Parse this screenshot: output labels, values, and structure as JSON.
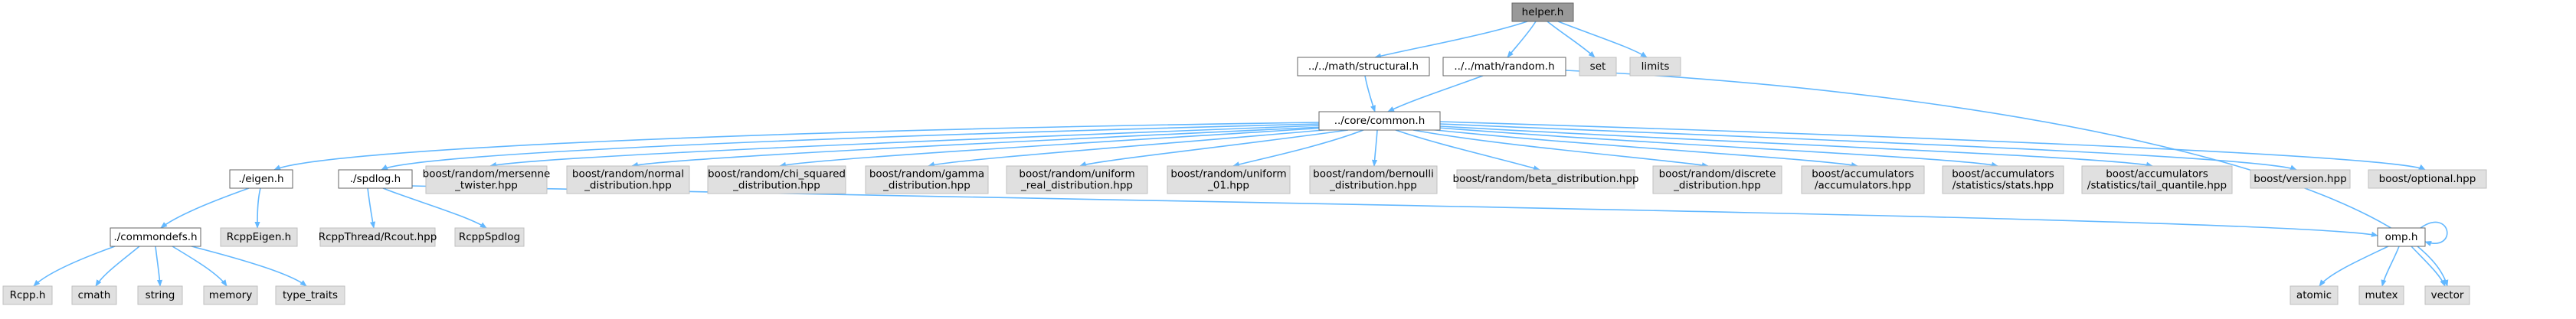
{
  "graph": {
    "colors": {
      "edge": "#63b8ff",
      "node_border": "#666666",
      "root_fill": "#999999",
      "internal_fill": "#ffffff",
      "external_fill": "#e0e0e0",
      "external_border": "#bfbfbf"
    },
    "nodes": [
      {
        "id": "helper",
        "lines": [
          "helper.h"
        ],
        "kind": "root"
      },
      {
        "id": "structural",
        "lines": [
          "../../math/structural.h"
        ],
        "kind": "internal"
      },
      {
        "id": "random",
        "lines": [
          "../../math/random.h"
        ],
        "kind": "internal"
      },
      {
        "id": "set",
        "lines": [
          "set"
        ],
        "kind": "external"
      },
      {
        "id": "limits",
        "lines": [
          "limits"
        ],
        "kind": "external"
      },
      {
        "id": "common",
        "lines": [
          "../core/common.h"
        ],
        "kind": "internal"
      },
      {
        "id": "eigen",
        "lines": [
          "./eigen.h"
        ],
        "kind": "internal"
      },
      {
        "id": "spdlog",
        "lines": [
          "./spdlog.h"
        ],
        "kind": "internal"
      },
      {
        "id": "mersenne",
        "lines": [
          "boost/random/mersenne",
          "_twister.hpp"
        ],
        "kind": "external"
      },
      {
        "id": "normal",
        "lines": [
          "boost/random/normal",
          "_distribution.hpp"
        ],
        "kind": "external"
      },
      {
        "id": "chisq",
        "lines": [
          "boost/random/chi_squared",
          "_distribution.hpp"
        ],
        "kind": "external"
      },
      {
        "id": "gamma",
        "lines": [
          "boost/random/gamma",
          "_distribution.hpp"
        ],
        "kind": "external"
      },
      {
        "id": "unireal",
        "lines": [
          "boost/random/uniform",
          "_real_distribution.hpp"
        ],
        "kind": "external"
      },
      {
        "id": "uni01",
        "lines": [
          "boost/random/uniform",
          "_01.hpp"
        ],
        "kind": "external"
      },
      {
        "id": "bernoulli",
        "lines": [
          "boost/random/bernoulli",
          "_distribution.hpp"
        ],
        "kind": "external"
      },
      {
        "id": "beta",
        "lines": [
          "boost/random/beta_distribution.hpp"
        ],
        "kind": "external"
      },
      {
        "id": "discrete",
        "lines": [
          "boost/random/discrete",
          "_distribution.hpp"
        ],
        "kind": "external"
      },
      {
        "id": "acc",
        "lines": [
          "boost/accumulators",
          "/accumulators.hpp"
        ],
        "kind": "external"
      },
      {
        "id": "stats",
        "lines": [
          "boost/accumulators",
          "/statistics/stats.hpp"
        ],
        "kind": "external"
      },
      {
        "id": "tailq",
        "lines": [
          "boost/accumulators",
          "/statistics/tail_quantile.hpp"
        ],
        "kind": "external"
      },
      {
        "id": "version",
        "lines": [
          "boost/version.hpp"
        ],
        "kind": "external"
      },
      {
        "id": "optional",
        "lines": [
          "boost/optional.hpp"
        ],
        "kind": "external"
      },
      {
        "id": "commondefs",
        "lines": [
          "./commondefs.h"
        ],
        "kind": "internal"
      },
      {
        "id": "rcppeigen",
        "lines": [
          "RcppEigen.h"
        ],
        "kind": "external"
      },
      {
        "id": "rcout",
        "lines": [
          "RcppThread/Rcout.hpp"
        ],
        "kind": "external"
      },
      {
        "id": "rcppspdlog",
        "lines": [
          "RcppSpdlog"
        ],
        "kind": "external"
      },
      {
        "id": "omp",
        "lines": [
          "omp.h"
        ],
        "kind": "internal"
      },
      {
        "id": "rcpp",
        "lines": [
          "Rcpp.h"
        ],
        "kind": "external"
      },
      {
        "id": "cmath",
        "lines": [
          "cmath"
        ],
        "kind": "external"
      },
      {
        "id": "string",
        "lines": [
          "string"
        ],
        "kind": "external"
      },
      {
        "id": "memory",
        "lines": [
          "memory"
        ],
        "kind": "external"
      },
      {
        "id": "typetraits",
        "lines": [
          "type_traits"
        ],
        "kind": "external"
      },
      {
        "id": "atomic",
        "lines": [
          "atomic"
        ],
        "kind": "external"
      },
      {
        "id": "mutex",
        "lines": [
          "mutex"
        ],
        "kind": "external"
      },
      {
        "id": "vector",
        "lines": [
          "vector"
        ],
        "kind": "external"
      }
    ],
    "edges": [
      {
        "from": "helper",
        "to": "structural"
      },
      {
        "from": "helper",
        "to": "random"
      },
      {
        "from": "helper",
        "to": "set"
      },
      {
        "from": "helper",
        "to": "limits"
      },
      {
        "from": "structural",
        "to": "common"
      },
      {
        "from": "random",
        "to": "common"
      },
      {
        "from": "random",
        "to": "vector"
      },
      {
        "from": "common",
        "to": "eigen"
      },
      {
        "from": "common",
        "to": "spdlog"
      },
      {
        "from": "common",
        "to": "mersenne"
      },
      {
        "from": "common",
        "to": "normal"
      },
      {
        "from": "common",
        "to": "chisq"
      },
      {
        "from": "common",
        "to": "gamma"
      },
      {
        "from": "common",
        "to": "unireal"
      },
      {
        "from": "common",
        "to": "uni01"
      },
      {
        "from": "common",
        "to": "bernoulli"
      },
      {
        "from": "common",
        "to": "beta"
      },
      {
        "from": "common",
        "to": "discrete"
      },
      {
        "from": "common",
        "to": "acc"
      },
      {
        "from": "common",
        "to": "stats"
      },
      {
        "from": "common",
        "to": "tailq"
      },
      {
        "from": "common",
        "to": "version"
      },
      {
        "from": "common",
        "to": "optional"
      },
      {
        "from": "eigen",
        "to": "commondefs"
      },
      {
        "from": "eigen",
        "to": "rcppeigen"
      },
      {
        "from": "spdlog",
        "to": "rcout"
      },
      {
        "from": "spdlog",
        "to": "rcppspdlog"
      },
      {
        "from": "spdlog",
        "to": "omp"
      },
      {
        "from": "commondefs",
        "to": "rcpp"
      },
      {
        "from": "commondefs",
        "to": "cmath"
      },
      {
        "from": "commondefs",
        "to": "string"
      },
      {
        "from": "commondefs",
        "to": "memory"
      },
      {
        "from": "commondefs",
        "to": "typetraits"
      },
      {
        "from": "omp",
        "to": "omp"
      },
      {
        "from": "omp",
        "to": "atomic"
      },
      {
        "from": "omp",
        "to": "mutex"
      },
      {
        "from": "omp",
        "to": "vector"
      }
    ]
  }
}
